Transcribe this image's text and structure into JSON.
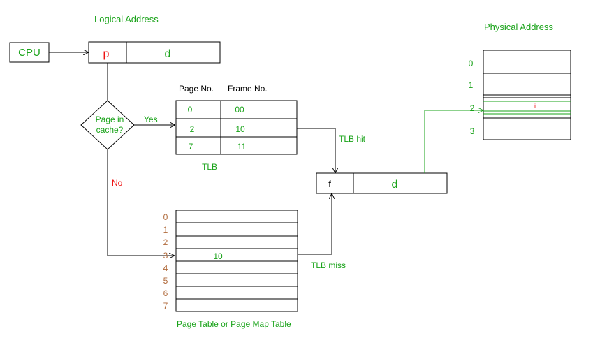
{
  "logical_address": {
    "title": "Logical Address",
    "page_field": "p",
    "offset_field": "d"
  },
  "cpu": {
    "label": "CPU"
  },
  "decision": {
    "line1": "Page in",
    "line2": "cache?",
    "yes_label": "Yes",
    "no_label": "No"
  },
  "tlb": {
    "header_page": "Page No.",
    "header_frame": "Frame No.",
    "caption": "TLB",
    "rows": [
      {
        "page": "0",
        "frame": "00"
      },
      {
        "page": "2",
        "frame": "10"
      },
      {
        "page": "7",
        "frame": "11"
      }
    ]
  },
  "tlb_hit_label": "TLB hit",
  "tlb_miss_label": "TLB miss",
  "physical_register": {
    "frame_field": "f",
    "offset_field": "d"
  },
  "physical_memory": {
    "title": "Physical Address",
    "frame_labels": [
      "0",
      "1",
      "2",
      "3"
    ],
    "marker": "i"
  },
  "page_table": {
    "caption": "Page Table or Page Map Table",
    "index_labels": [
      "0",
      "1",
      "2",
      "3",
      "4",
      "5",
      "6",
      "7"
    ],
    "entry_value": "10"
  },
  "colors": {
    "text_green": "#1aa31a",
    "text_red": "#ee1111",
    "index_brown": "#b06a3b",
    "line_black": "#000000",
    "line_green": "#1aa31a"
  }
}
